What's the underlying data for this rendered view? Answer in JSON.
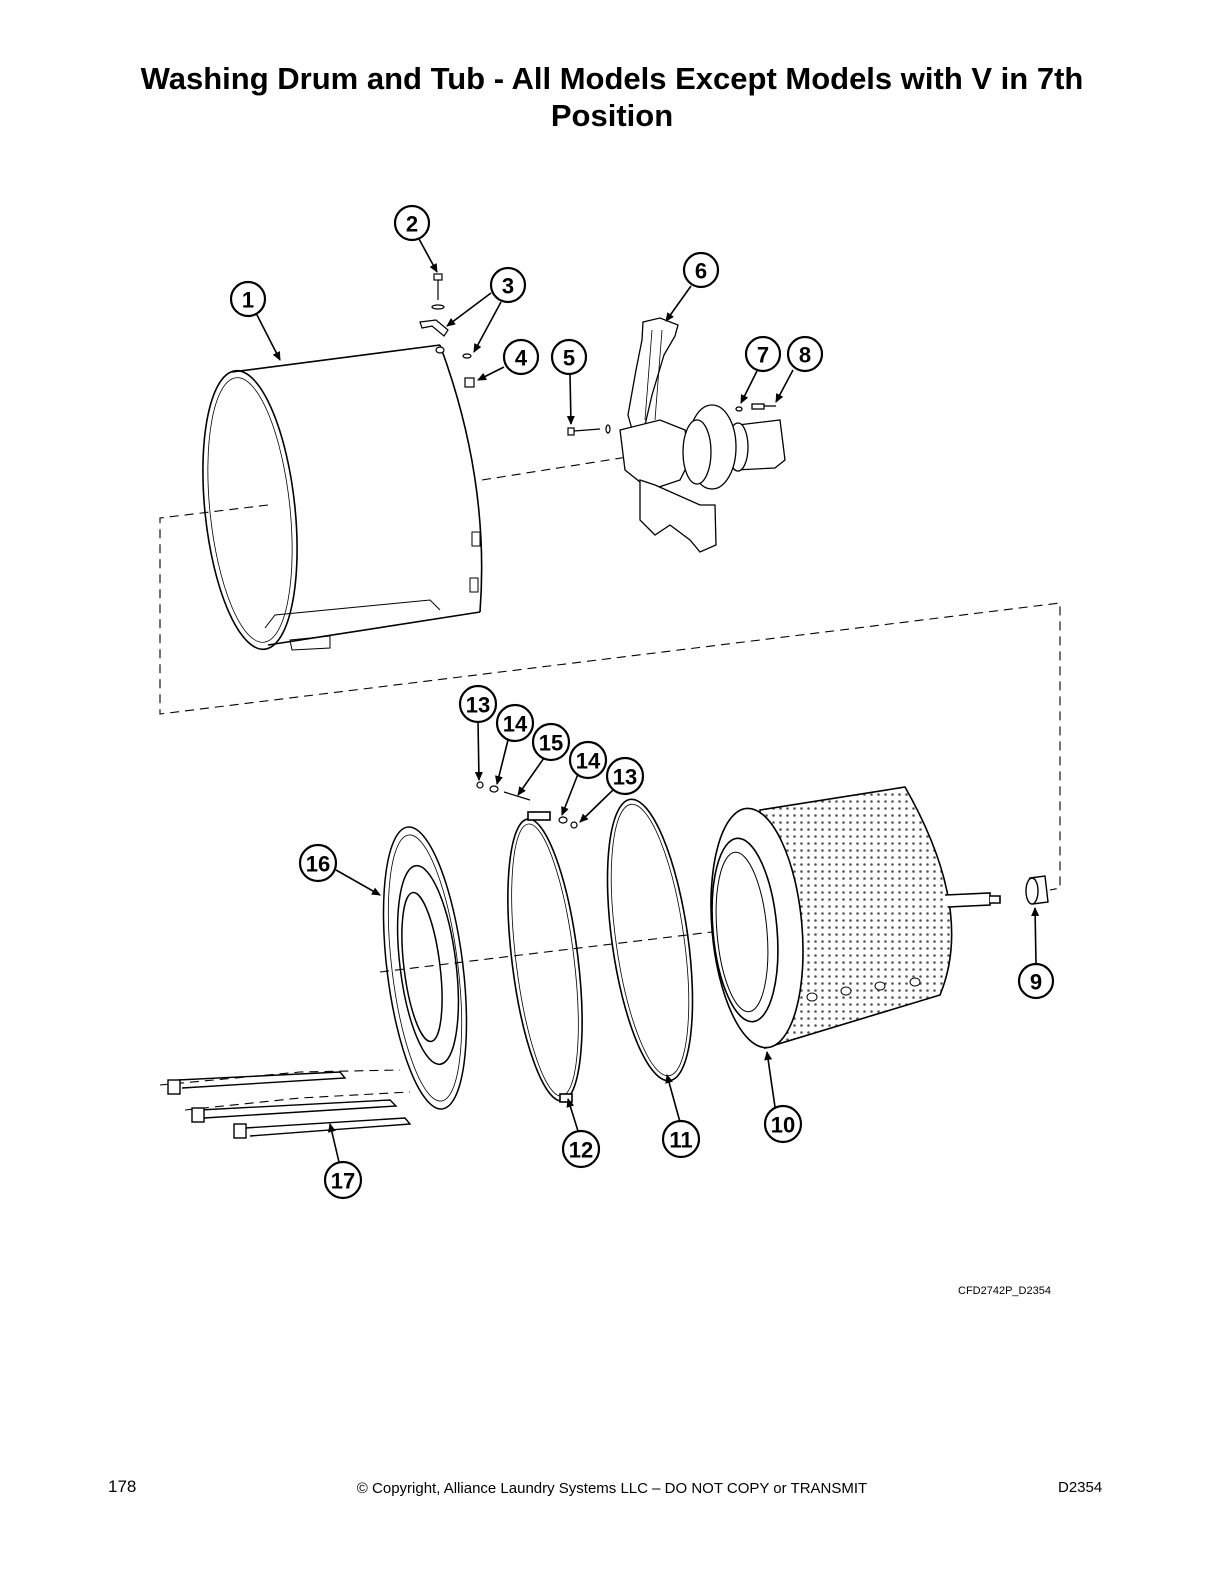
{
  "page": {
    "title": "Washing Drum and Tub - All Models Except Models with V in 7th Position",
    "reference_code": "CFD2742P_D2354",
    "page_number": "178",
    "copyright": "© Copyright, Alliance Laundry Systems LLC – DO NOT COPY or TRANSMIT",
    "doc_code": "D2354"
  },
  "callouts": {
    "c1": "1",
    "c2": "2",
    "c3": "3",
    "c4": "4",
    "c5": "5",
    "c6": "6",
    "c7": "7",
    "c8": "8",
    "c9": "9",
    "c10": "10",
    "c11": "11",
    "c12": "12",
    "c13a": "13",
    "c13b": "13",
    "c14a": "14",
    "c14b": "14",
    "c15": "15",
    "c16": "16",
    "c17": "17"
  }
}
